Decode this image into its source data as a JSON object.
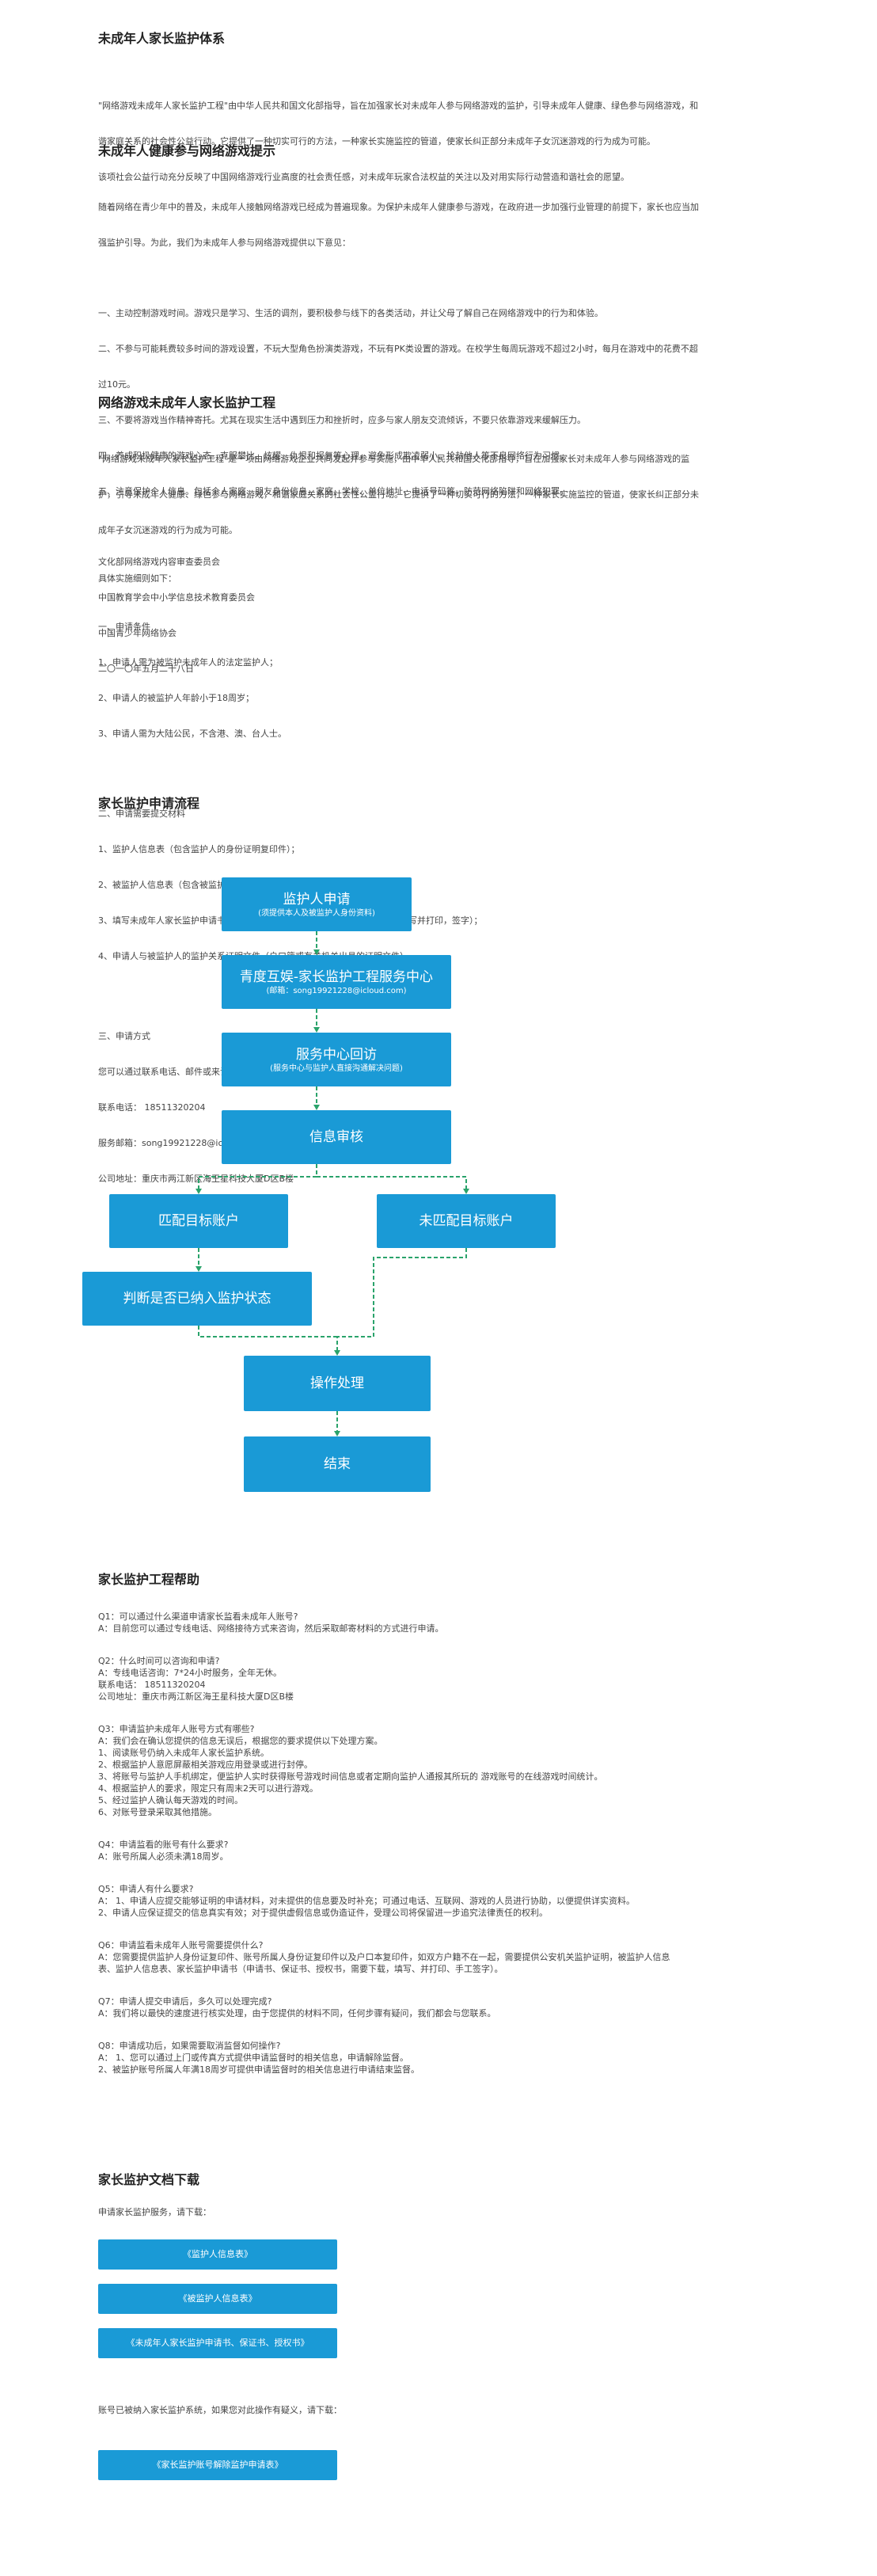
{
  "s1": {
    "title": "未成年人家长监护体系",
    "lines": [
      "\"网络游戏未成年人家长监护工程\"由中华人民共和国文化部指导，旨在加强家长对未成年人参与网络游戏的监护，引导未成年人健康、绿色参与网络游戏，和",
      "谐家庭关系的社会性公益行动。它提供了一种切实可行的方法，一种家长实施监控的管道，使家长纠正部分未成年子女沉迷游戏的行为成为可能。",
      "该项社会公益行动充分反映了中国网络游戏行业高度的社会责任感，对未成年玩家合法权益的关注以及对用实际行动营造和谐社会的愿望。"
    ]
  },
  "s2": {
    "title": "未成年人健康参与网络游戏提示",
    "intro": [
      "随着网络在青少年中的普及，未成年人接触网络游戏已经成为普遍现象。为保护未成年人健康参与游戏，在政府进一步加强行业管理的前提下，家长也应当加",
      "强监护引导。为此，我们为未成年人参与网络游戏提供以下意见："
    ],
    "items": [
      "一、主动控制游戏时间。游戏只是学习、生活的调剂，要积极参与线下的各类活动，并让父母了解自己在网络游戏中的行为和体验。",
      "二、不参与可能耗费较多时间的游戏设置，不玩大型角色扮演类游戏，不玩有PK类设置的游戏。在校学生每周玩游戏不超过2小时，每月在游戏中的花费不超",
      "过10元。",
      "三、不要将游戏当作精神寄托。尤其在现实生活中遇到压力和挫折时，应多与家人朋友交流倾诉，不要只依靠游戏来缓解压力。",
      "四、养成积极健康的游戏心态。克服攀比、炫耀、仇恨和报复等心理，避免形成欺凌弱小、抢劫他人等不良网络行为习惯。",
      "五、注意保护个人信息。包括个人家庭、朋友身份信息，家庭、学校、单位地址，电话号码等，防范网络陷阱和网络犯罪。"
    ],
    "sign": [
      "文化部网络游戏内容审查委员会",
      "中国教育学会中小学信息技术教育委员会",
      "中国青少年网络协会",
      "二〇一〇年五月二十八日"
    ]
  },
  "s3": {
    "title": "网络游戏未成年人家长监护工程",
    "intro": [
      "\"网络游戏未成年人家长监护工程\"是一项由网络游戏企业共同发起并参与实施，由中华人民共和国文化部指导，旨在加强家长对未成年人参与网络游戏的监",
      "护，引导未成年人健康、绿色参与网络游戏，和谐家庭关系的社会性公益行动。它提供了一种切实可行的方法，一种家长实施监控的管道，使家长纠正部分未",
      "成年子女沉迷游戏的行为成为可能。"
    ],
    "detail_label": "具体实施细则如下：",
    "cond_title": "一、申请条件",
    "cond": [
      "1、申请人需为被监护未成年人的法定监护人；",
      "2、申请人的被监护人年龄小于18周岁；",
      "3、申请人需为大陆公民，不含港、澳、台人士。"
    ],
    "mat_title": "二、申请需要提交材料",
    "mat": [
      "1、监护人信息表（包含监护人的身份证明复印件）；",
      "2、被监护人信息表（包含被监护人所玩游戏相关信息及身份证明复印件）；",
      "3、填写未成年人家长监护申请书、起诉保证书、授权书并手工签字（需下载，填写并打印，签字）；",
      "4、申请人与被监护人的监护关系证明文件（户口簿或有关机关出具的证明文件）。"
    ],
    "way_title": "三、申请方式",
    "way": [
      "您可以通过联系电话、邮件或来访的方式联系我们。",
      "联系电话： 18511320204",
      "服务邮箱：song19921228@icloud.com",
      "公司地址：重庆市两江新区海王星科技大厦D区B楼"
    ]
  },
  "flow": {
    "title": "家长监护申请流程",
    "b1": {
      "t": "监护人申请",
      "s": "(须提供本人及被监护人身份资料)"
    },
    "b2": {
      "t": "青度互娱-家长监护工程服务中心",
      "s": "(邮箱：song19921228@icloud.com)"
    },
    "b3": {
      "t": "服务中心回访",
      "s": "(服务中心与监护人直接沟通解决问题)"
    },
    "b4": {
      "t": "信息审核"
    },
    "b5": {
      "t": "匹配目标账户"
    },
    "b6": {
      "t": "未匹配目标账户"
    },
    "b7": {
      "t": "判断是否已纳入监护状态"
    },
    "b8": {
      "t": "操作处理"
    },
    "b9": {
      "t": "结束"
    },
    "accent": "#1a9ad6",
    "line_color": "#2aa36b"
  },
  "faq": {
    "title": "家长监护工程帮助",
    "groups": [
      [
        "Q1：可以通过什么渠道申请家长监看未成年人账号?",
        "A：目前您可以通过专线电话、网络接待方式来咨询，然后采取邮寄材料的方式进行申请。"
      ],
      [
        "Q2：什么时间可以咨询和申请?",
        "A：专线电话咨询：7*24小时服务，全年无休。",
        "联系电话： 18511320204",
        "公司地址：重庆市两江新区海王星科技大厦D区B楼"
      ],
      [
        "Q3：申请监护未成年人账号方式有哪些?",
        "A：我们会在确认您提供的信息无误后，根据您的要求提供以下处理方案。",
        "1、阅读账号仍纳入未成年人家长监护系统。",
        "2、根据监护人意愿屏蔽相关游戏应用登录或进行封停。",
        "3、将账号与监护人手机绑定，便监护人实时获得账号游戏时间信息或者定期向监护人通报其所玩的 游戏账号的在线游戏时间统计。",
        "4、根据监护人的要求，限定只有周末2天可以进行游戏。",
        "5、经过监护人确认每天游戏的时间。",
        "6、对账号登录采取其他措施。"
      ],
      [
        "Q4：申请监看的账号有什么要求?",
        "A：账号所属人必须未满18周岁。"
      ],
      [
        "Q5：申请人有什么要求?",
        "A： 1、申请人应提交能够证明的申请材料，对未提供的信息要及时补充；可通过电话、互联网、游戏的人员进行协助，以便提供详实资料。",
        "2、申请人应保证提交的信息真实有效；对于提供虚假信息或伪造证件，受理公司将保留进一步追究法律责任的权利。"
      ],
      [
        "Q6：申请监看未成年人账号需要提供什么?",
        "A：您需要提供监护人身份证复印件、账号所属人身份证复印件以及户口本复印件，如双方户籍不在一起，需要提供公安机关监护证明，被监护人信息",
        "表、监护人信息表、家长监护申请书（申请书、保证书、授权书，需要下载，填写、并打印、手工签字）。"
      ],
      [
        "Q7：申请人提交申请后，多久可以处理完成?",
        "A：我们将以最快的速度进行核实处理，由于您提供的材料不同，任何步骤有疑问，我们都会与您联系。"
      ],
      [
        "Q8：申请成功后，如果需要取消监督如何操作?",
        "A： 1、您可以通过上门或传真方式提供申请监督时的相关信息，申请解除监督。",
        "2、被监护账号所属人年满18周岁可提供申请监督时的相关信息进行申请结束监督。"
      ]
    ]
  },
  "dl": {
    "title": "家长监护文档下载",
    "intro": "申请家长监护服务，请下载：",
    "btns": [
      "《监护人信息表》",
      "《被监护人信息表》",
      "《未成年人家长监护申请书、保证书、授权书》"
    ],
    "second_intro": "账号已被纳入家长监护系统，如果您对此操作有疑义，请下载：",
    "btn4": "《家长监护账号解除监护申请表》"
  }
}
